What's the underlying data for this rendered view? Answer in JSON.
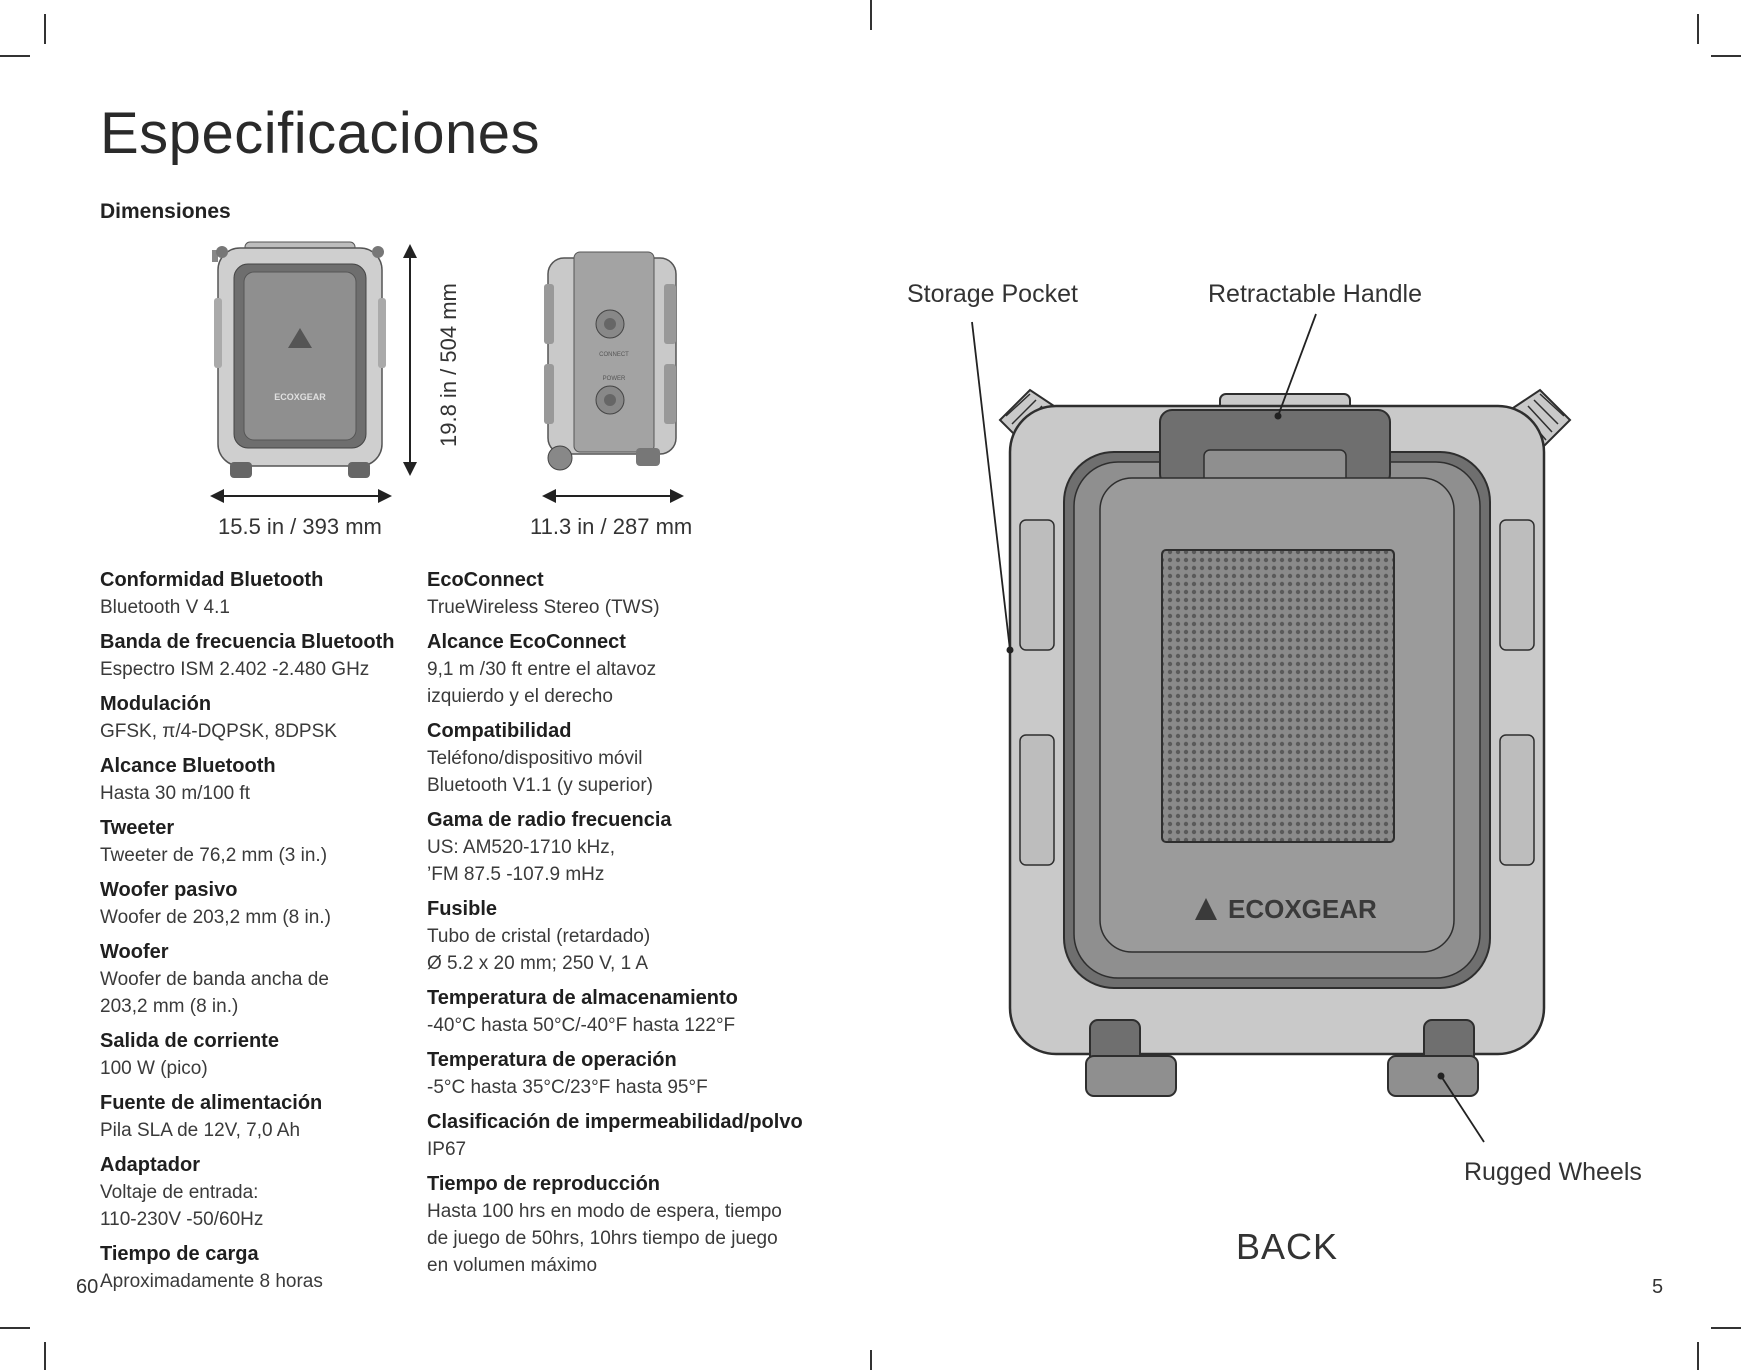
{
  "page": {
    "title": "Especificaciones",
    "section_title": "Dimensiones",
    "left_page_number": "60",
    "right_page_number": "5"
  },
  "dimensions": {
    "front_height": "19.8 in / 504 mm",
    "front_width": "15.5 in / 393 mm",
    "side_depth": "11.3 in / 287 mm"
  },
  "speaker_brand": "ECOXGEAR",
  "side_panel": {
    "connect_label": "CONNECT",
    "power_label": "POWER"
  },
  "specs_left": [
    {
      "label": "Conformidad Bluetooth",
      "value": "Bluetooth V 4.1"
    },
    {
      "label": "Banda de frecuencia Bluetooth",
      "value": "Espectro ISM 2.402 -2.480 GHz"
    },
    {
      "label": "Modulación",
      "value": "GFSK, π/4-DQPSK, 8DPSK"
    },
    {
      "label": "Alcance Bluetooth",
      "value": "Hasta 30 m/100 ft"
    },
    {
      "label": "Tweeter",
      "value": "Tweeter de 76,2 mm (3 in.)"
    },
    {
      "label": "Woofer pasivo",
      "value": "Woofer de 203,2 mm (8 in.)"
    },
    {
      "label": "Woofer",
      "value": "Woofer de banda ancha de\n203,2 mm (8 in.)"
    },
    {
      "label": "Salida de corriente",
      "value": "100 W (pico)"
    },
    {
      "label": "Fuente de alimentación",
      "value": "Pila SLA de 12V, 7,0 Ah"
    },
    {
      "label": "Adaptador",
      "value": "Voltaje de entrada:\n110-230V -50/60Hz"
    },
    {
      "label": "Tiempo de carga",
      "value": "Aproximadamente 8 horas"
    }
  ],
  "specs_right": [
    {
      "label": "EcoConnect",
      "value": "TrueWireless Stereo (TWS)"
    },
    {
      "label": "Alcance EcoConnect",
      "value": "9,1 m /30 ft entre el altavoz\nizquierdo y el derecho"
    },
    {
      "label": "Compatibilidad",
      "value": "Teléfono/dispositivo móvil\nBluetooth V1.1 (y superior)"
    },
    {
      "label": "Gama de radio frecuencia",
      "value": "US: AM520-1710 kHz,\n’FM 87.5 -107.9 mHz"
    },
    {
      "label": "Fusible",
      "value": "Tubo de cristal (retardado)\nØ 5.2 x 20 mm; 250 V, 1 A"
    },
    {
      "label": "Temperatura de almacenamiento",
      "value": "-40°C hasta 50°C/-40°F hasta 122°F"
    },
    {
      "label": "Temperatura de operación",
      "value": "-5°C hasta 35°C/23°F hasta 95°F"
    },
    {
      "label": "Clasificación de impermeabilidad/polvo",
      "value": "IP67"
    },
    {
      "label": "Tiempo de reproducción",
      "value": "Hasta 100 hrs en modo de espera, tiempo\nde juego de 50hrs, 10hrs tiempo de juego\nen volumen máximo"
    }
  ],
  "back_view": {
    "callouts": {
      "storage_pocket": "Storage Pocket",
      "retractable_handle": "Retractable Handle",
      "rugged_wheels": "Rugged Wheels"
    },
    "view_label": "BACK"
  },
  "colors": {
    "body_light": "#c9c9c9",
    "body_mid": "#8f8f8f",
    "body_dark": "#6f6f6f",
    "outline": "#2e2e2e"
  }
}
